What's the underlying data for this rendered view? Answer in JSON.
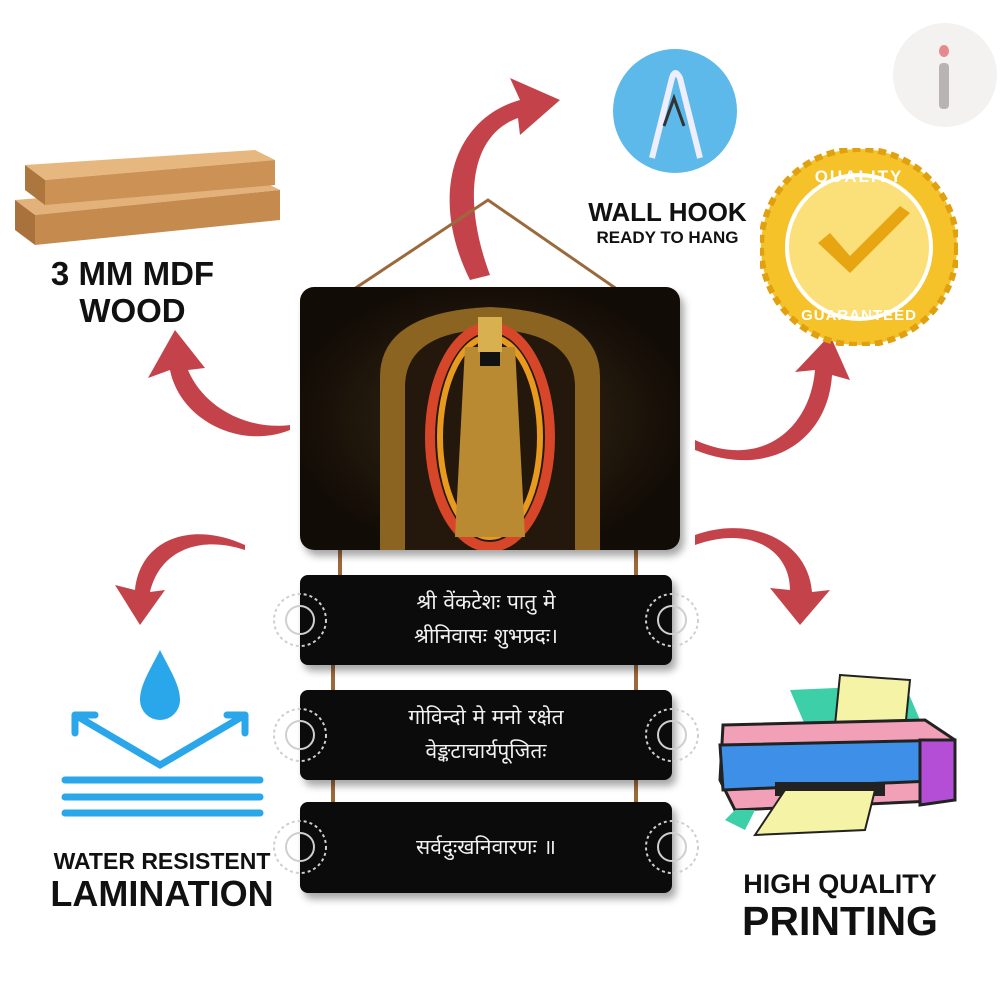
{
  "features": {
    "wood": {
      "line1": "3 MM MDF",
      "line2": "WOOD"
    },
    "hook": {
      "line1": "WALL HOOK",
      "line2": "READY TO HANG"
    },
    "quality": {
      "top": "QUALITY",
      "bottom": "GUARANTEED"
    },
    "water": {
      "line1": "WATER RESISTENT",
      "line2": "LAMINATION"
    },
    "printing": {
      "line1": "HIGH QUALITY",
      "line2": "PRINTING"
    }
  },
  "plaques": [
    {
      "line1": "श्री वेंकटेशः पातु मे",
      "line2": "श्रीनिवासः शुभप्रदः।"
    },
    {
      "line1": "गोविन्दो मे मनो रक्षेत",
      "line2": "वेङ्कटाचार्यपूजितः"
    },
    {
      "line1": "सर्वदुःखनिवारणः ॥"
    }
  ],
  "colors": {
    "arrow": "#c4434b",
    "hook": "#5cb9ea",
    "gold": "#f2b318",
    "water": "#2aa6ea"
  }
}
